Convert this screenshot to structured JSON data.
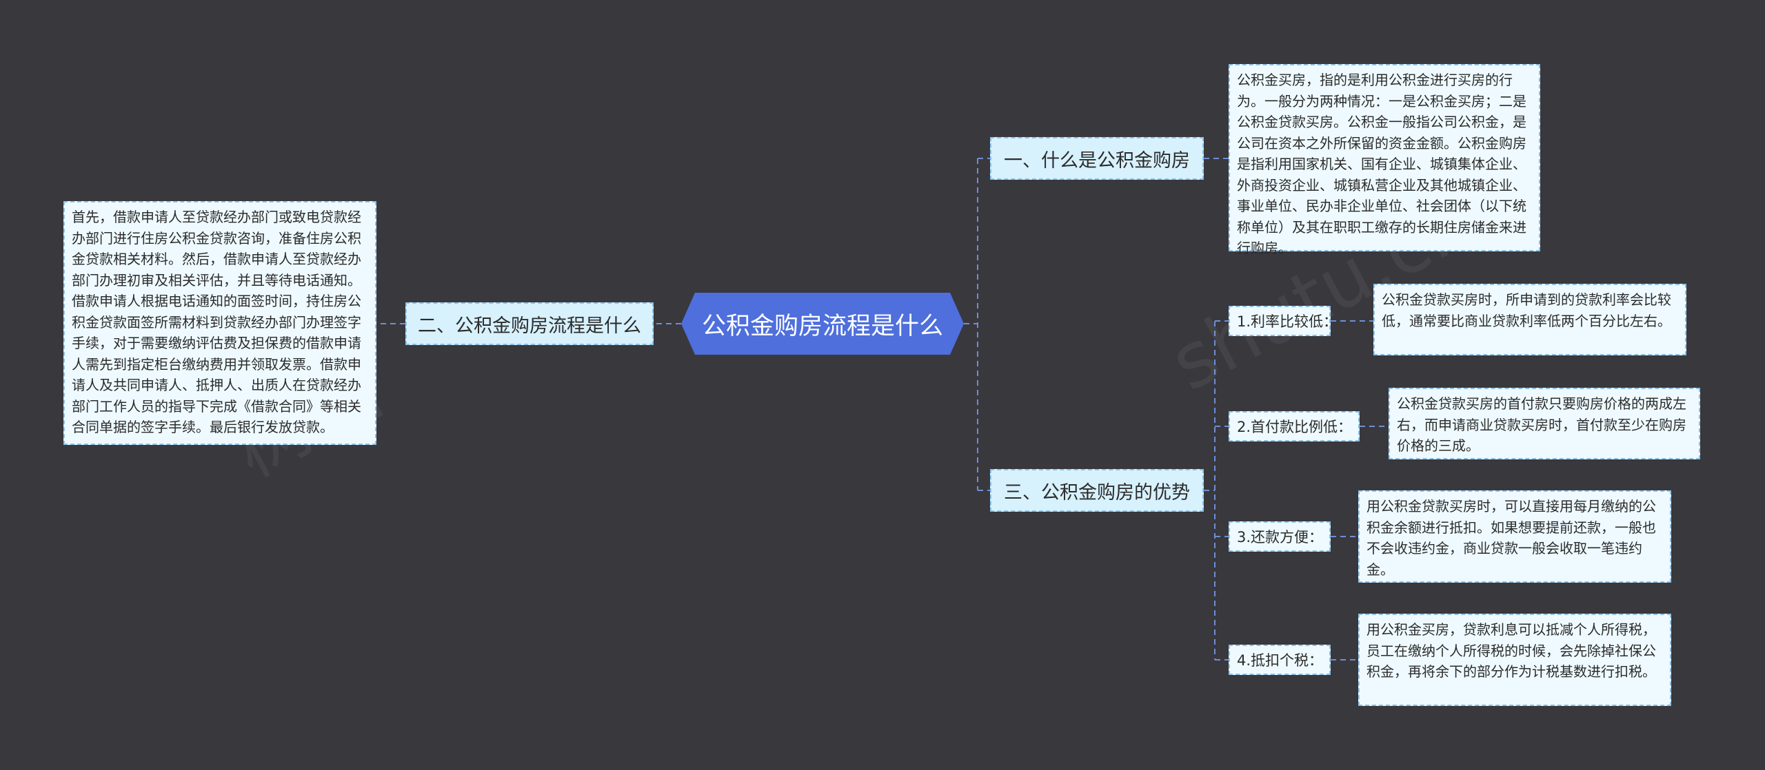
{
  "central": {
    "label": "公积金购房流程是什么"
  },
  "branches": {
    "what": {
      "label": "一、什么是公积金购房",
      "text": "公积金买房，指的是利用公积金进行买房的行为。一般分为两种情况：一是公积金买房；二是公积金贷款买房。公积金一般指公司公积金，是公司在资本之外所保留的资金金额。公积金购房是指利用国家机关、国有企业、城镇集体企业、外商投资企业、城镇私营企业及其他城镇企业、事业单位、民办非企业单位、社会团体（以下统称单位）及其在职职工缴存的长期住房储金来进行购房。"
    },
    "process": {
      "label": "二、公积金购房流程是什么",
      "text": "首先，借款申请人至贷款经办部门或致电贷款经办部门进行住房公积金贷款咨询，准备住房公积金贷款相关材料。然后，借款申请人至贷款经办部门办理初审及相关评估，并且等待电话通知。借款申请人根据电话通知的面签时间，持住房公积金贷款面签所需材料到贷款经办部门办理签字手续，对于需要缴纳评估费及担保费的借款申请人需先到指定柜台缴纳费用并领取发票。借款申请人及共同申请人、抵押人、出质人在贷款经办部门工作人员的指导下完成《借款合同》等相关合同单据的签字手续。最后银行发放贷款。"
    },
    "advantages": {
      "label": "三、公积金购房的优势",
      "items": [
        {
          "label": "1.利率比较低：",
          "text": "公积金贷款买房时，所申请到的贷款利率会比较低，通常要比商业贷款利率低两个百分比左右。"
        },
        {
          "label": "2.首付款比例低：",
          "text": "公积金贷款买房的首付款只要购房价格的两成左右，而申请商业贷款买房时，首付款至少在购房价格的三成。"
        },
        {
          "label": "3.还款方便：",
          "text": "用公积金贷款买房时，可以直接用每月缴纳的公积金余额进行抵扣。如果想要提前还款，一般也不会收违约金，商业贷款一般会收取一笔违约金。"
        },
        {
          "label": "4.抵扣个税：",
          "text": "用公积金买房，贷款利息可以抵减个人所得税，员工在缴纳个人所得税的时候，会先除掉社保公积金，再将余下的部分作为计税基数进行扣税。"
        }
      ]
    }
  },
  "colors": {
    "background": "#39383d",
    "central": "#4e6fdc",
    "branch": "#d7f1fd",
    "leaf": "#eefaff",
    "connector": "#6f8ed8"
  }
}
